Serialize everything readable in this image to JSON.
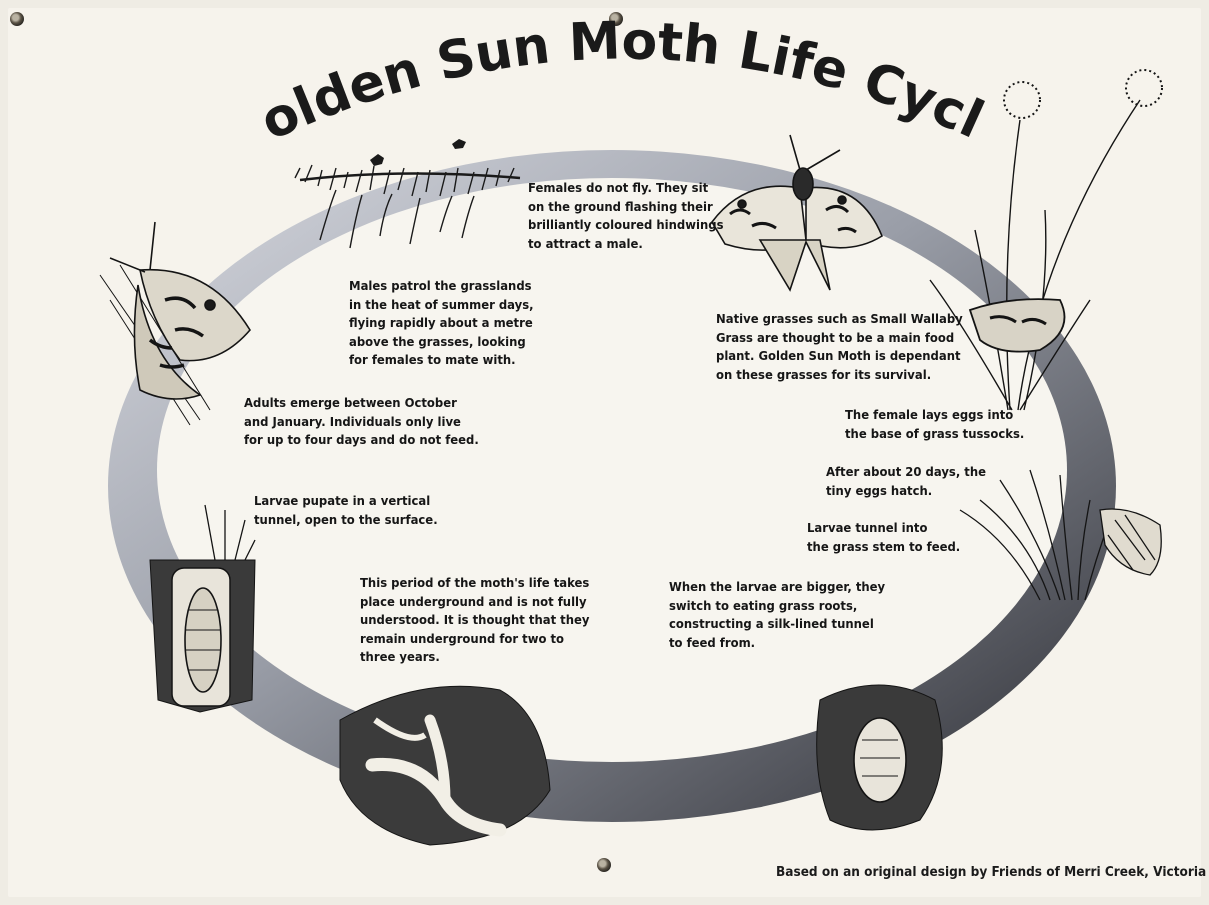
{
  "title": "Golden Sun Moth Life Cycle",
  "captions": {
    "females": [
      "Females do not fly. They sit",
      "on the ground flashing their",
      "brilliantly coloured hindwings",
      "to attract a male."
    ],
    "males": [
      "Males patrol the grasslands",
      "in the heat of summer days,",
      "flying rapidly about a metre",
      "above the grasses, looking",
      "for females to mate with."
    ],
    "native": [
      "Native grasses such as Small Wallaby",
      "Grass are thought to be a main food",
      "plant. Golden Sun Moth is dependant",
      "on these grasses for its survival."
    ],
    "adults": [
      "Adults emerge between October",
      "and January. Individuals only live",
      "for up to four days and do not feed."
    ],
    "eggs": [
      "The female lays eggs into",
      "the base of grass tussocks."
    ],
    "hatch": [
      "After about 20 days, the",
      "tiny eggs hatch."
    ],
    "pupate": [
      "Larvae pupate in a vertical",
      "tunnel, open to the surface."
    ],
    "tunnel": [
      "Larvae tunnel into",
      "the grass stem to feed."
    ],
    "underground": [
      "This period of the moth's life takes",
      "place underground and is not fully",
      "understood. It is thought that they",
      "remain underground for two to",
      "three years."
    ],
    "bigger": [
      "When the larvae are bigger, they",
      "switch to eating grass roots,",
      "constructing a silk-lined tunnel",
      "to feed from."
    ]
  },
  "credit": "Based on an original design by Friends of Merri Creek, Victoria"
}
